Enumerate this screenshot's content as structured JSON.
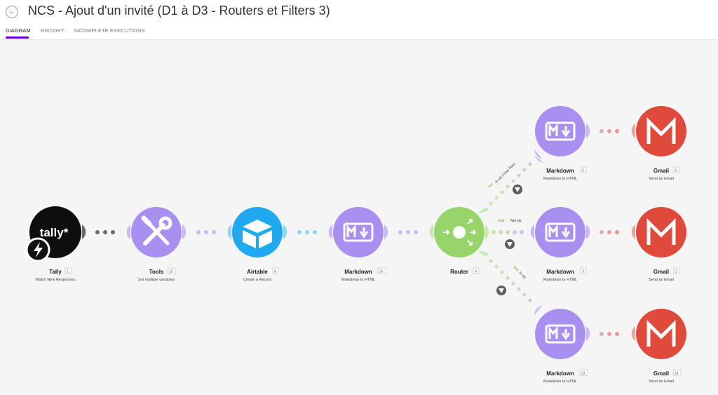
{
  "header": {
    "back_icon": "arrow-left-icon",
    "title": "NCS - Ajout d'un invité (D1 à D3 - Routers et Filters 3)",
    "tabs": [
      {
        "label": "DIAGRAM",
        "active": true
      },
      {
        "label": "HISTORY",
        "active": false
      },
      {
        "label": "INCOMPLETE EXECUTIONS",
        "active": false
      }
    ]
  },
  "colors": {
    "accent": "#6d00cc",
    "tally": "#0e0e0e",
    "tools": "#a88ff0",
    "airtable": "#21a9ef",
    "markdown": "#a88ff0",
    "router": "#97d46a",
    "gmail": "#e04a3b"
  },
  "nodes": {
    "tally": {
      "name": "Tally",
      "id": "1",
      "sub": "Watch New Responses",
      "logo": "tally*",
      "icon": "tally-logo",
      "trigger_icon": "lightning-icon"
    },
    "tools": {
      "name": "Tools",
      "id": "15",
      "sub": "Set multiple variables",
      "icon": "wrench-screwdriver-icon"
    },
    "airtable": {
      "name": "Airtable",
      "id": "8",
      "sub": "Create a Record",
      "icon": "airtable-box-icon"
    },
    "markdown16": {
      "name": "Markdown",
      "id": "16",
      "sub": "Markdown to HTML",
      "icon": "markdown-icon"
    },
    "router": {
      "name": "Router",
      "id": "4",
      "icon": "router-icon"
    },
    "markdown5": {
      "name": "Markdown",
      "id": "5",
      "sub": "Markdown to HTML",
      "icon": "markdown-icon"
    },
    "markdown3": {
      "name": "Markdown",
      "id": "3",
      "sub": "Markdown to HTML",
      "icon": "markdown-icon"
    },
    "markdown13": {
      "name": "Markdown",
      "id": "13",
      "sub": "Markdown to HTML",
      "icon": "markdown-icon"
    },
    "gmail6": {
      "name": "Gmail",
      "id": "6",
      "sub": "Send an Email",
      "icon": "gmail-icon"
    },
    "gmail2": {
      "name": "Gmail",
      "id": "2",
      "sub": "Send an Email",
      "icon": "gmail-icon"
    },
    "gmail14": {
      "name": "Gmail",
      "id": "14",
      "sub": "Send an Email",
      "icon": "gmail-icon"
    }
  },
  "routes": [
    {
      "order": "1st",
      "label": "Is vip 2 Day Pass",
      "filter_icon": "filter-icon"
    },
    {
      "order": "2nd",
      "label": "Not vip",
      "filter_icon": "filter-icon"
    },
    {
      "order": "3rd",
      "label": "Is vip",
      "filter_icon": "filter-icon"
    }
  ]
}
